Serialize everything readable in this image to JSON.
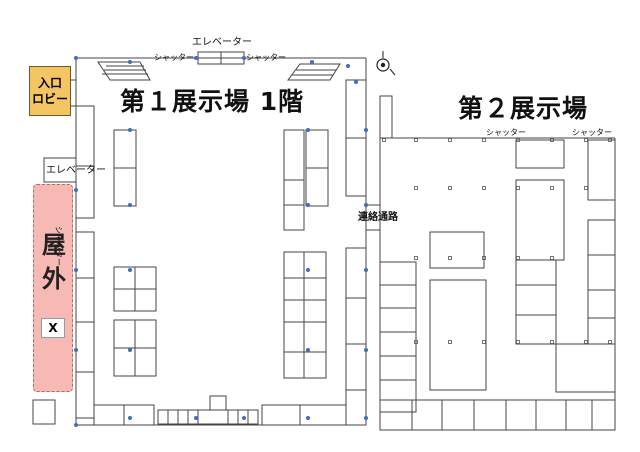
{
  "hall1": {
    "title": "第１展示場 1階"
  },
  "hall2": {
    "title": "第２展示場"
  },
  "entrance": {
    "line1": "入口",
    "line2": "ロビー"
  },
  "outdoor": {
    "label": "屋外",
    "mark": "X"
  },
  "labels": {
    "elevator_top": "エレベーター",
    "elevator_left": "エレベーター",
    "shutter_top_left": "シャッター",
    "shutter_top_right": "シャッター",
    "shutter_hall2_left": "シャッター",
    "shutter_hall2_right": "シャッター",
    "shutter_side": "シャッター",
    "corridor": "連絡通路"
  },
  "colors": {
    "entrance": "#f3c663",
    "outdoor": "#f6b9b3",
    "outdoor_border": "#b86a66",
    "column_dot": "#3a6fc4",
    "wall": "#444444"
  },
  "icons": {
    "compass": "north-arrow-icon"
  }
}
